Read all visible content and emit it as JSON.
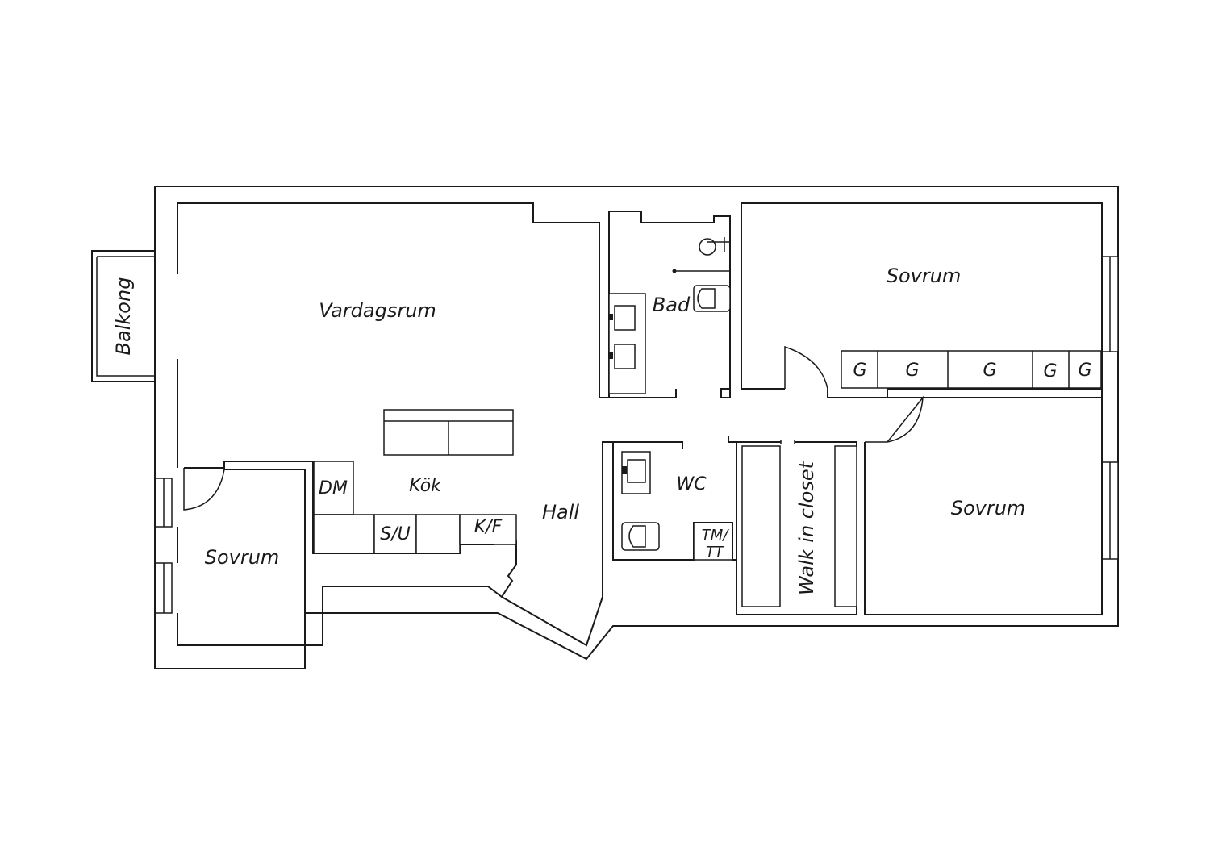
{
  "rooms": {
    "vardagsrum": "Vardagsrum",
    "balkong": "Balkong",
    "bad": "Bad",
    "sovrum_top": "Sovrum",
    "sovrum_right": "Sovrum",
    "sovrum_left": "Sovrum",
    "kok": "Kök",
    "hall": "Hall",
    "wc": "WC",
    "walk_in_closet": "Walk in closet"
  },
  "fixtures": {
    "dm": "DM",
    "su": "S/U",
    "kf": "K/F",
    "tm_line1": "TM/",
    "tm_line2": "TT",
    "wardrobes": [
      "G",
      "G",
      "G",
      "G",
      "G"
    ]
  }
}
